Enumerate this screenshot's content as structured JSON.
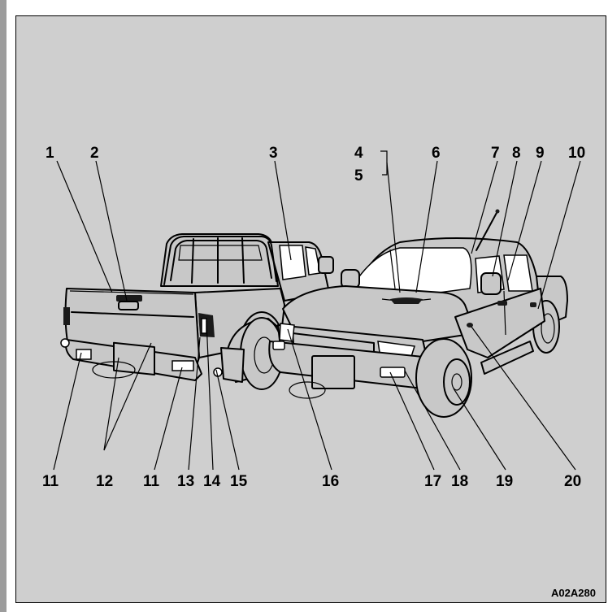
{
  "labels": [
    {
      "id": "1",
      "text": "1"
    },
    {
      "id": "2",
      "text": "2"
    },
    {
      "id": "3",
      "text": "3"
    },
    {
      "id": "4",
      "text": "4"
    },
    {
      "id": "5",
      "text": "5"
    },
    {
      "id": "6",
      "text": "6"
    },
    {
      "id": "7",
      "text": "7"
    },
    {
      "id": "8",
      "text": "8"
    },
    {
      "id": "9",
      "text": "9"
    },
    {
      "id": "10",
      "text": "10"
    },
    {
      "id": "11a",
      "text": "11"
    },
    {
      "id": "12",
      "text": "12"
    },
    {
      "id": "11b",
      "text": "11"
    },
    {
      "id": "13",
      "text": "13"
    },
    {
      "id": "14",
      "text": "14"
    },
    {
      "id": "15",
      "text": "15"
    },
    {
      "id": "16",
      "text": "16"
    },
    {
      "id": "17",
      "text": "17"
    },
    {
      "id": "18",
      "text": "18"
    },
    {
      "id": "19",
      "text": "19"
    },
    {
      "id": "20",
      "text": "20"
    }
  ],
  "figure_code": "A02A280",
  "colors": {
    "panel": "#cfcfcf",
    "strip": "#9c9c9c",
    "ink": "#000000"
  }
}
